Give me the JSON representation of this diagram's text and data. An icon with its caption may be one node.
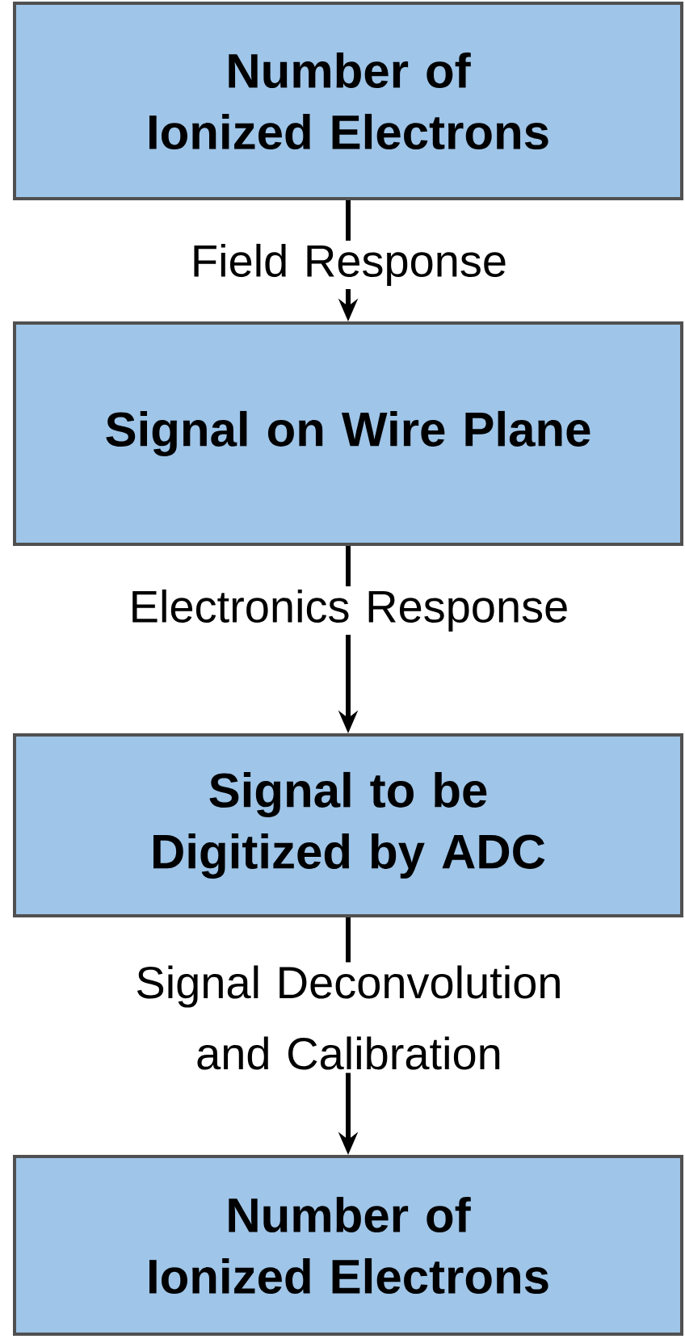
{
  "diagram": {
    "nodes": [
      {
        "text": [
          "Number of Ionized Electrons"
        ]
      },
      {
        "text": [
          "Signal on Wire Plane"
        ]
      },
      {
        "text": [
          "Signal to be Digitized by ADC"
        ]
      },
      {
        "text": [
          "Number of Ionized Electrons"
        ]
      }
    ],
    "edges": [
      {
        "from": 0,
        "to": 1,
        "arrow": "to",
        "label": "Field Response"
      },
      {
        "from": 1,
        "to": 2,
        "arrow": "to",
        "label": "Electronics Response"
      },
      {
        "from": 2,
        "to": 3,
        "arrow": "to",
        "label": "Signal Deconvolution and Calibration"
      }
    ]
  }
}
